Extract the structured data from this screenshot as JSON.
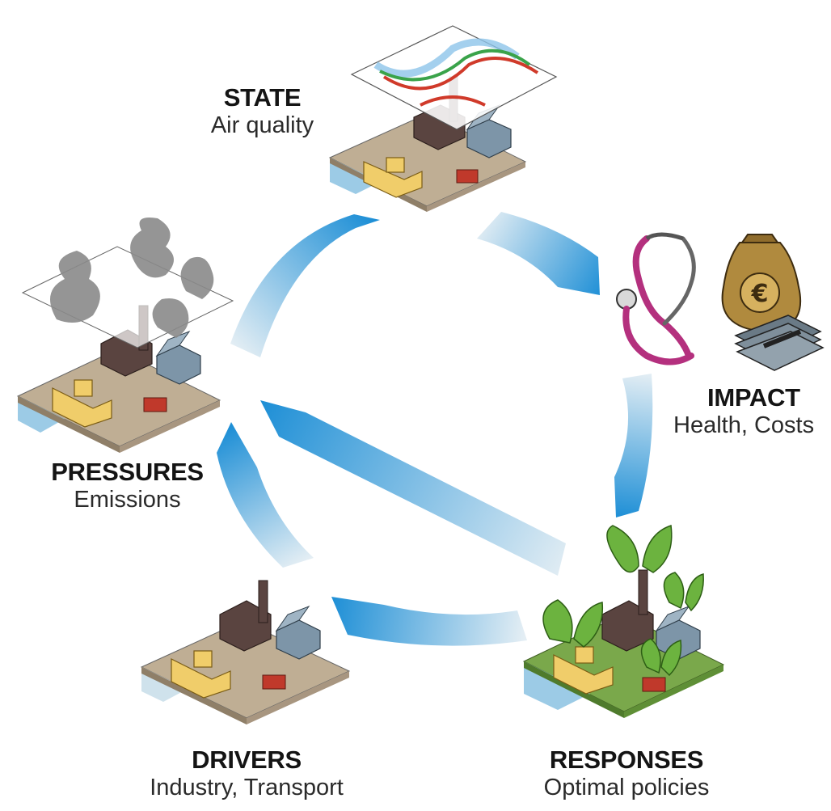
{
  "nodes": {
    "state": {
      "title": "STATE",
      "subtitle": "Air quality"
    },
    "impact": {
      "title": "IMPACT",
      "subtitle": "Health, Costs"
    },
    "responses": {
      "title": "RESPONSES",
      "subtitle": "Optimal policies"
    },
    "drivers": {
      "title": "DRIVERS",
      "subtitle": "Industry, Transport"
    },
    "pressures": {
      "title": "PRESSURES",
      "subtitle": "Emissions"
    }
  },
  "currency_symbol": "€",
  "colors": {
    "arrow_blue": "#1e8fd6",
    "arrow_fade": "#d9e6ee",
    "ground_tan": "#bfae94",
    "ground_green": "#7aa84b",
    "water_blue": "#9ccbe6",
    "factory": "#5a4440",
    "house": "#7d95a8",
    "ship": "#f0cd6a",
    "truck": "#c0392b",
    "smoke": "#8a8a8a",
    "leaf": "#6cb33f",
    "money_bag": "#b08a3e"
  }
}
